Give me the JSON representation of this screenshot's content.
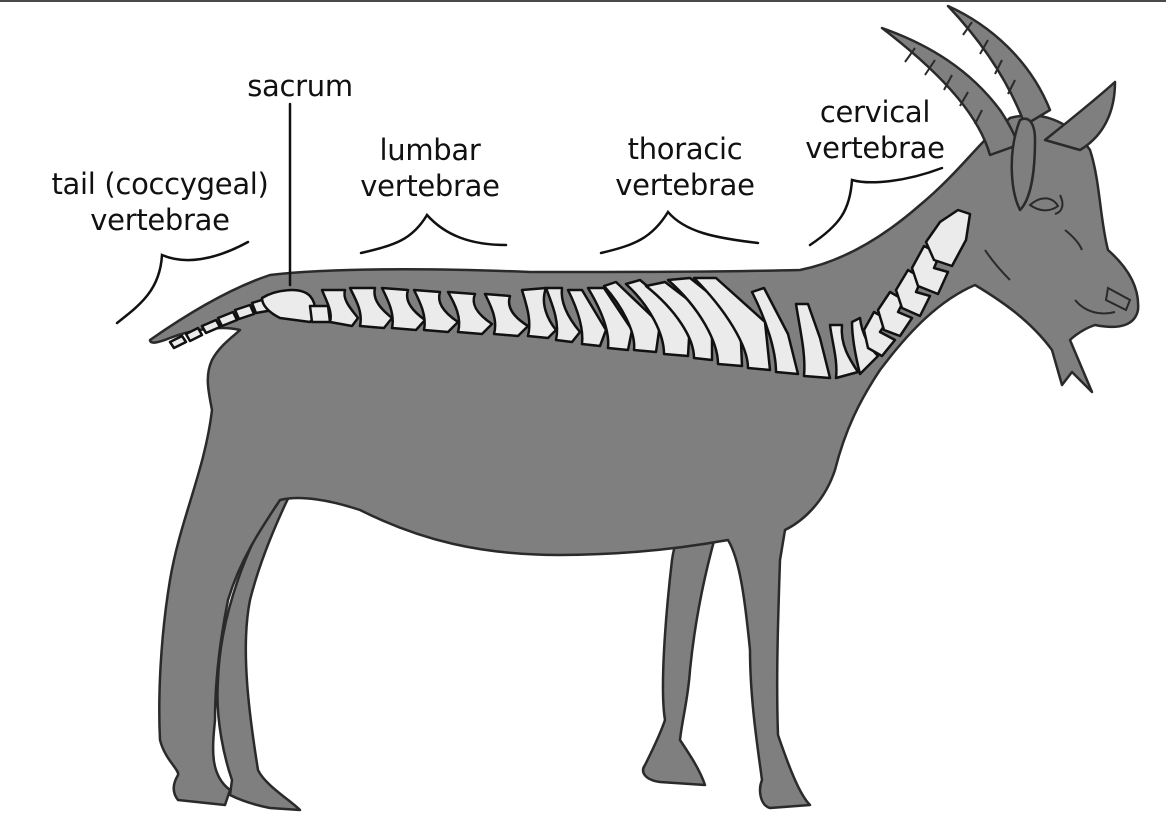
{
  "diagram": {
    "subject": "goat vertebral column",
    "colors": {
      "body_fill": "#7f7f7f",
      "bone_fill": "#ebebeb",
      "outline": "#1a1a1a",
      "background": "#ffffff"
    },
    "labels": [
      {
        "id": "tail",
        "line1": "tail (coccygeal)",
        "line2": "vertebrae"
      },
      {
        "id": "sacrum",
        "line1": "sacrum"
      },
      {
        "id": "lumbar",
        "line1": "lumbar",
        "line2": "vertebrae"
      },
      {
        "id": "thoracic",
        "line1": "thoracic",
        "line2": "vertebrae"
      },
      {
        "id": "cervical",
        "line1": "cervical",
        "line2": "vertebrae"
      }
    ]
  }
}
